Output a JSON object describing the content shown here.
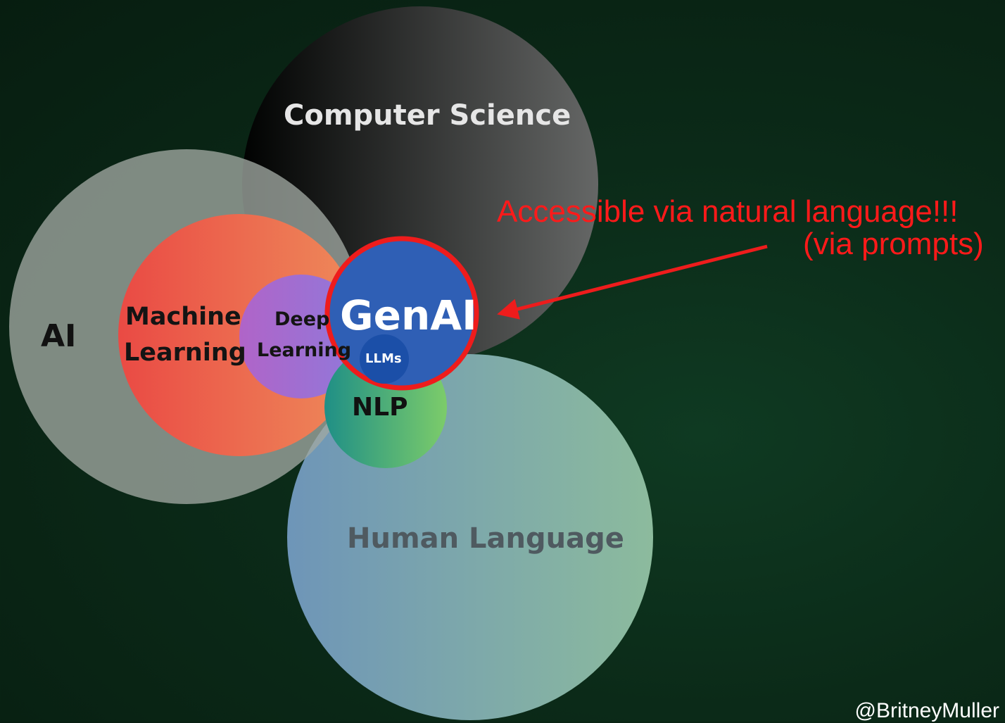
{
  "diagram": {
    "circles": {
      "computer_science": "Computer Science",
      "ai": "AI",
      "machine_learning_line1": "Machine",
      "machine_learning_line2": "Learning",
      "deep_learning_line1": "Deep",
      "deep_learning_line2": "Learning",
      "genai": "GenAI",
      "llms": "LLMs",
      "nlp": "NLP",
      "human_language": "Human Language"
    },
    "annotation": {
      "line1": "Accessible via natural language!!!",
      "line2": "(via prompts)"
    },
    "credit": "@BritneyMuller",
    "colors": {
      "annotation": "#ff1a1a",
      "genai_fill": "#2f5fb5",
      "genai_ring": "#ee1c1c",
      "machine_learning": "#e8584a",
      "deep_learning": "#a36bcf",
      "nlp": "#3fae7a",
      "human_language": "#7fa8b2",
      "computer_science": "#3a3a3a",
      "ai": "#8d968f"
    }
  }
}
